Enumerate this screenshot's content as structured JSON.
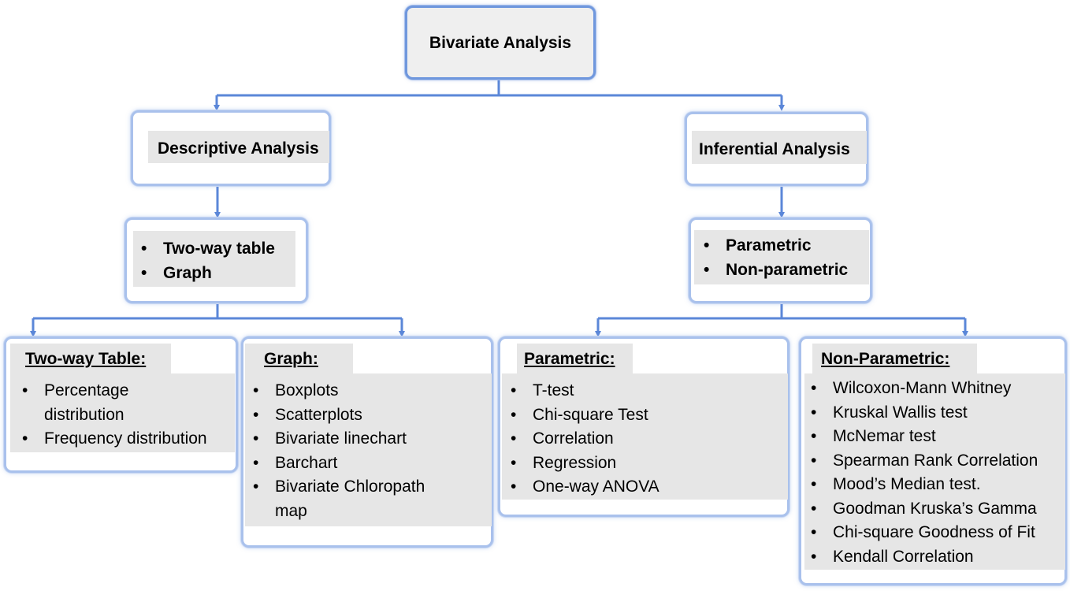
{
  "root": {
    "title": "Bivariate Analysis"
  },
  "descriptive": {
    "title": "Descriptive Analysis",
    "items": [
      "Two-way table",
      "Graph"
    ]
  },
  "inferential": {
    "title": "Inferential Analysis",
    "items": [
      "Parametric",
      "Non-parametric"
    ]
  },
  "two_way_table": {
    "header": "Two-way Table:",
    "items": [
      "Percentage distribution",
      "Frequency distribution"
    ]
  },
  "graph": {
    "header": "Graph:",
    "items": [
      "Boxplots",
      "Scatterplots",
      "Bivariate linechart",
      "Barchart",
      "Bivariate Chloropath map"
    ]
  },
  "parametric": {
    "header": "Parametric:",
    "items": [
      "T-test",
      "Chi-square Test",
      "Correlation",
      "Regression",
      "One-way ANOVA"
    ]
  },
  "non_parametric": {
    "header": "Non-Parametric:",
    "items": [
      "Wilcoxon-Mann Whitney",
      "Kruskal Wallis test",
      "McNemar test",
      "Spearman Rank Correlation",
      "Mood’s Median test.",
      "Goodman Kruska’s Gamma",
      "Chi-square Goodness of Fit",
      "Kendall Correlation"
    ]
  },
  "colors": {
    "connector": "#5b87d8",
    "box_border": "#a9c1ec",
    "fill": "#e6e6e6"
  }
}
